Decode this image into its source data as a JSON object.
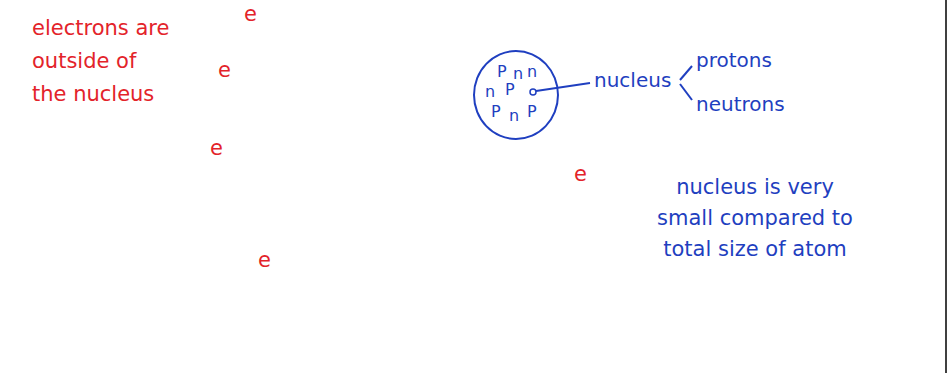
{
  "diagram": {
    "nodes": [
      {
        "text": [
          "P",
          "n",
          "n",
          "n",
          "P",
          "P",
          "n",
          "P"
        ]
      }
    ],
    "labels": [
      "electrons are outside of the nucleus",
      "e",
      "e",
      "e",
      "e",
      "e",
      "nucleus",
      "protons",
      "neutrons",
      "nucleus is very small compared to total size of atom"
    ]
  }
}
